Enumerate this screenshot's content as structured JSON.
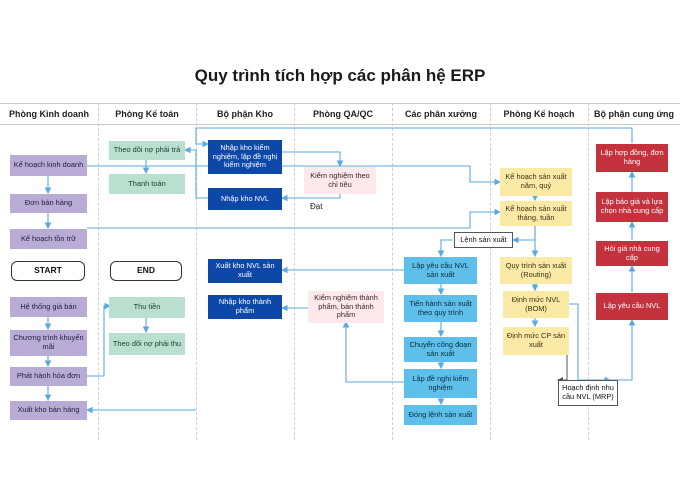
{
  "title": "Quy trình tích hợp các phân hệ ERP",
  "lanes": [
    "Phòng Kinh doanh",
    "Phòng Kế toán",
    "Bộ phận Kho",
    "Phòng QA/QC",
    "Các phân xưởng",
    "Phòng Kế hoạch",
    "Bộ phận cung ứng"
  ],
  "nodes": {
    "kh_kinh_doanh": "Kế hoạch kinh doanh",
    "don_ban_hang": "Đơn bán hàng",
    "kh_ton_tru": "Kế hoạch tồn trữ",
    "start": "START",
    "he_thong_gia_ban": "Hệ thống giá bán",
    "ct_khuyen_mai": "Chương trình khuyến mãi",
    "phat_hanh_hoa_don": "Phát hành hóa đơn",
    "xuat_kho_ban_hang": "Xuất kho bán hàng",
    "theo_doi_no_phai_tra": "Theo dõi nợ phải trả",
    "thanh_toan": "Thanh toán",
    "end": "END",
    "thu_tien": "Thu tiền",
    "theo_doi_no_phai_thu": "Theo dõi nợ phải thu",
    "nhap_kho_kiem_nghiem": "Nhập kho kiểm nghiệm, lập đề nghị kiểm nghiệm",
    "nhap_kho_nvl": "Nhập kho NVL",
    "xuat_kho_nvl_sx": "Xuất kho NVL sản xuất",
    "nhap_kho_thanh_pham": "Nhập kho thành phẩm",
    "kiem_nghiem_chi_tieu": "Kiểm nghiệm theo chỉ tiêu",
    "dat": "Đạt",
    "kiem_nghiem_thanh_pham": "Kiểm nghiệm thành phẩm, bán thành phẩm",
    "lenh_san_xuat": "Lệnh sản xuất",
    "lap_yeu_cau_nvl_sx": "Lập yêu cầu NVL sản xuất",
    "tien_hanh_sx": "Tiến hành sản xuất theo quy trình",
    "chuyen_cong_doan": "Chuyển công đoạn sản xuất",
    "lap_de_nghi_kiem_nghiem": "Lập đề nghị kiểm nghiệm",
    "dong_lenh_sx": "Đóng lệnh sản xuất",
    "kh_sx_nam_quy": "Kế hoạch sản xuất năm, quý",
    "kh_sx_thang_tuan": "Kế hoạch sản xuất tháng, tuần",
    "quy_trinh_sx": "Quy trình sản xuất (Routing)",
    "dinh_muc_nvl": "Định mức NVL (BOM)",
    "dinh_muc_cp": "Định mức CP sản xuất",
    "hoach_dinh_nvl": "Hoạch định nhu cầu NVL (MRP)",
    "lap_hop_dong": "Lập hợp đồng, đơn hàng",
    "lap_bao_gia": "Lập báo giá và lựa chọn nhà cung cấp",
    "hoi_gia_ncc": "Hỏi giá nhà cung cấp",
    "lap_yeu_cau_nvl": "Lập yêu cầu NVL"
  },
  "colors": {
    "sales": "#b8acd6",
    "accounting": "#b8dfd0",
    "warehouse": "#0d47a8",
    "qa": "#fde9ec",
    "workshop": "#5ec0ea",
    "planning": "#fbeaa6",
    "supply": "#c4323d",
    "arrow": "#5aa9e0"
  }
}
